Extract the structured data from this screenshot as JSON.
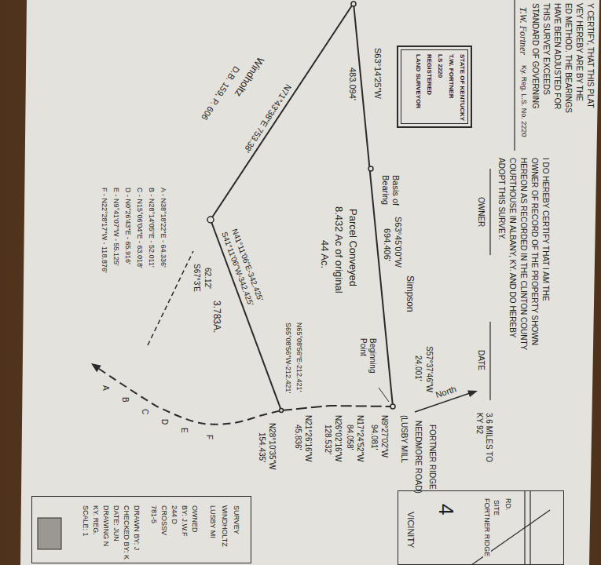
{
  "diagram": {
    "nodes": [
      {
        "text": [
          "STATE OF KENTUCKY",
          "T.W. FORTNER",
          "LS 2220",
          "REGISTERED",
          "LAND SURVEYOR"
        ]
      },
      {
        "text": [
          "SURVEY",
          "WINDHOLTZ",
          "LUSBY MI",
          "OWNED",
          "BY: J.W.F",
          "244 D",
          "CROSSV",
          "781-5",
          "DRAWN BY: J",
          "CHECKED BY: K",
          "DATE: JUN",
          "DRAWING N",
          "KY. REG.",
          "SCALE: 1"
        ]
      },
      {
        "text": [
          "VICINITY",
          "4",
          "FORTNER RIDGE",
          "SITE",
          "RD."
        ]
      }
    ],
    "labels": [
      "Y CERTIFY, THAT THIS PLAT",
      "VEY HEREBY ARE BY THE",
      "ED METHOD. THE BEARINGS",
      "HAVE BEEN ADJUSTED FOR",
      "THIS SURVEY EXCEEDS",
      "STANDARD OF GOVERNING",
      "T.W. Fortner",
      "Ky. Reg. L.S. No. 2220",
      "I DO HEREBY CERTIFY THAT I AM THE",
      "OWNER OF RECORD OF THE PROPERTY SHOWN",
      "HEREON AS RECORDED IN THE CLINTON COUNTY",
      "COURTHOUSE IN ALBANY, KY. AND DO HEREBY",
      "ADOPT THIS SURVEY.",
      "OWNER",
      "DATE",
      "S63°14'25\"W",
      "483.094'",
      "Basis of Bearing",
      "S63°45'00\"W",
      "694.406'",
      "Simpson",
      "S57°37'46\"W",
      "24.001'",
      "Beginning Point",
      "Parcel Conveyed",
      "8.432 Ac of original",
      "44 Ac.",
      "N71°43'38\"E 753.38'",
      "Windholtz",
      "D.B. 159, P. 606",
      "A - N38°18'22\"E - 64.336'",
      "B - N28°14'05\"E - 52.011'",
      "C - N15°06'04\"E - 63.018'",
      "D - N0°26'43\"E - 65.916'",
      "E - N9°41'07\"W - 55.125'",
      "F - N22°28'17\"W - 118.876'",
      "S67°3'E",
      "62.12'",
      "3.783A.",
      "S41°11'06\"W-342.425'",
      "N41°11'06\"E-342.425'",
      "S65°08'56\"W-212.421'",
      "N65°08'56\"E-212.421'",
      "N28°10'35\"W",
      "154.435'",
      "N21°26'16\"W",
      "45.836'",
      "N26°02'16\"W",
      "128.532'",
      "N17°24'52\"W",
      "84.058'",
      "N9°27'02\"W",
      "94.081'",
      "(LUSBY MILL",
      "NEEDMORE ROAD)",
      "FORTNER RIDGE",
      "North",
      "3.6 MILES TO KY 92",
      "A",
      "B",
      "C",
      "D",
      "E",
      "F"
    ]
  }
}
